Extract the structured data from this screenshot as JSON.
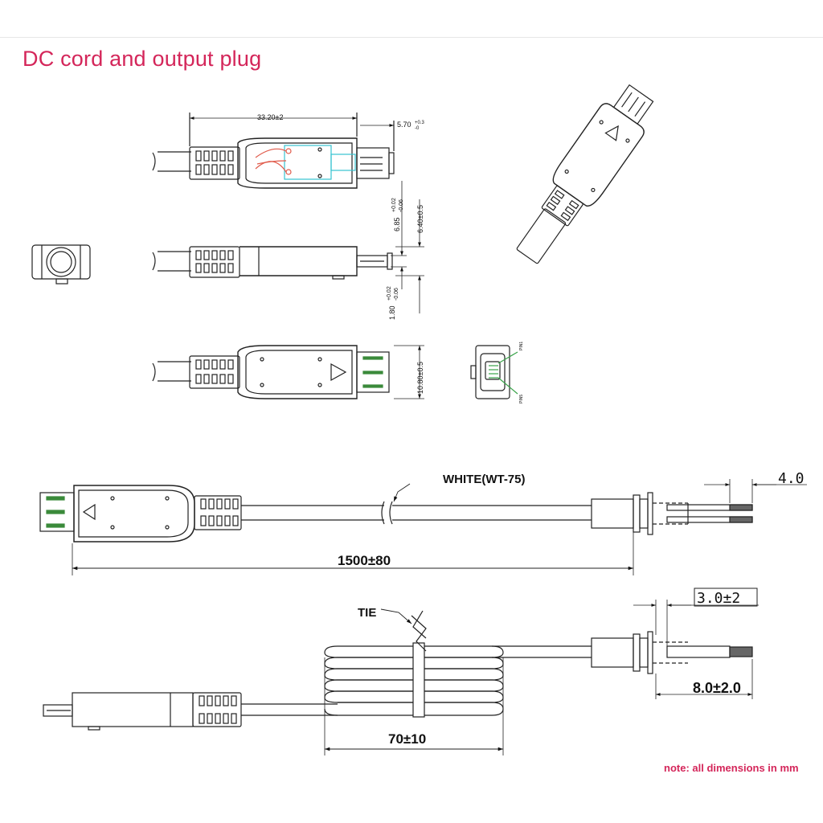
{
  "page": {
    "title": "DC cord and output plug",
    "note": "note: all dimensions in mm"
  },
  "dimensions": {
    "plug_length": "33.20±2",
    "tip_length": "5.70",
    "tip_length_tol_plus": "+0.3",
    "tip_length_tol_minus": "-0",
    "height_a": "6.85",
    "height_a_tol_plus": "+0.02",
    "height_a_tol_minus": "-0.06",
    "height_b": "6.40±0.5",
    "tip_thickness": "1.80",
    "tip_thickness_tol_plus": "+0.02",
    "tip_thickness_tol_minus": "-0.06",
    "width": "10.80±0.5",
    "strip_end": "4.0",
    "cord_length": "1500±80",
    "strip_length": "3.0±2",
    "lead_length": "8.0±2.0",
    "coil_length": "70±10"
  },
  "labels": {
    "cable": "WHITE(WT-75)",
    "tie": "TIE",
    "pin_top": "PIN1",
    "pin_bottom": "PIN5"
  },
  "colors": {
    "accent": "#d4265a",
    "line": "#222222",
    "wire_red": "#e05a4a",
    "cyan": "#36c3d0",
    "green": "#3aa34a"
  }
}
